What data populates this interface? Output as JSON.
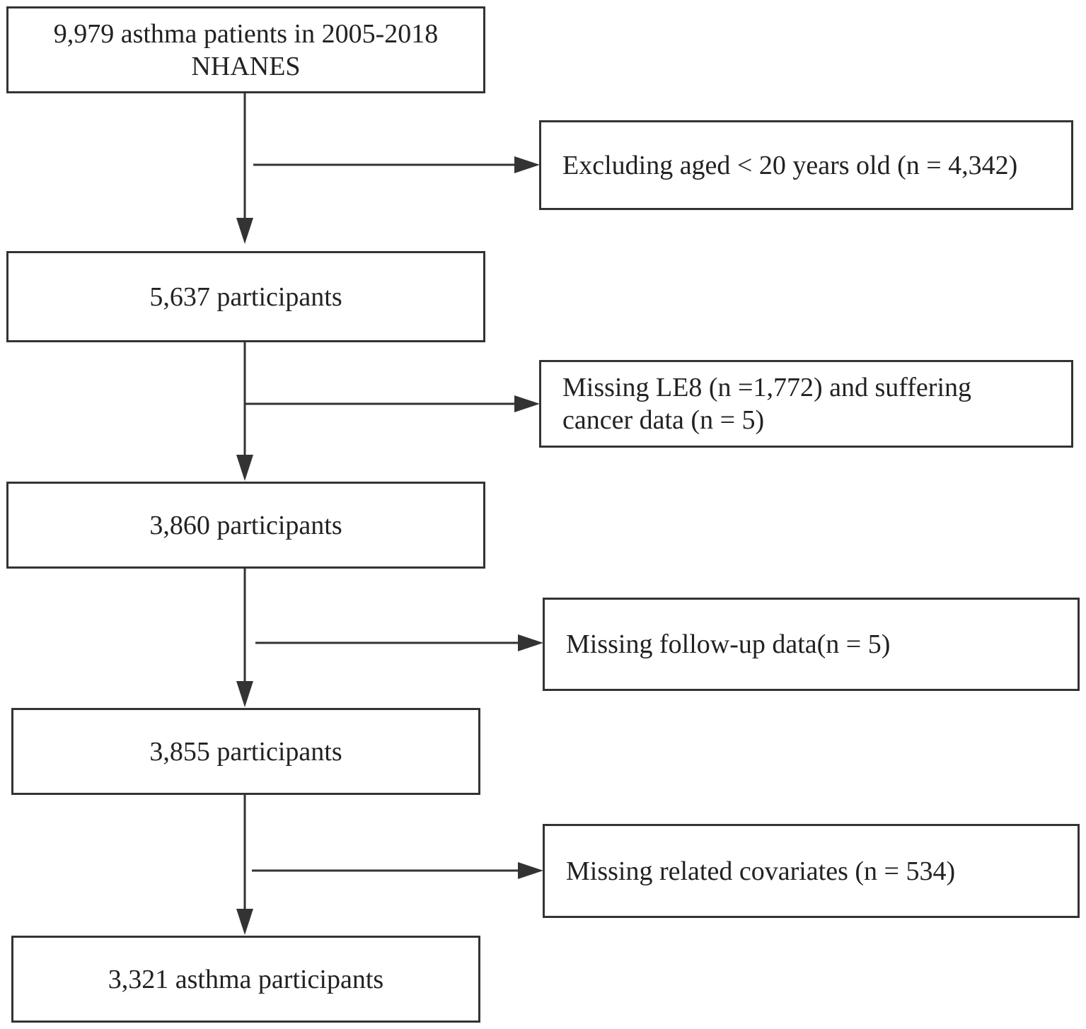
{
  "main_flow": [
    {
      "id": "start",
      "text": "9,979 asthma patients in 2005-2018\nNHANES"
    },
    {
      "id": "step1",
      "text": "5,637 participants"
    },
    {
      "id": "step2",
      "text": "3,860 participants"
    },
    {
      "id": "step3",
      "text": "3,855 participants"
    },
    {
      "id": "final",
      "text": "3,321 asthma participants"
    }
  ],
  "exclusions": [
    {
      "id": "excl1",
      "text": "Excluding aged < 20 years old (n = 4,342)"
    },
    {
      "id": "excl2",
      "text": "Missing LE8  (n =1,772)  and suffering\ncancer data (n = 5)"
    },
    {
      "id": "excl3",
      "text": "Missing follow-up data(n = 5)"
    },
    {
      "id": "excl4",
      "text": "Missing related covariates (n = 534)"
    }
  ],
  "colors": {
    "stroke": "#333333",
    "text": "#222222",
    "background": "#ffffff"
  }
}
